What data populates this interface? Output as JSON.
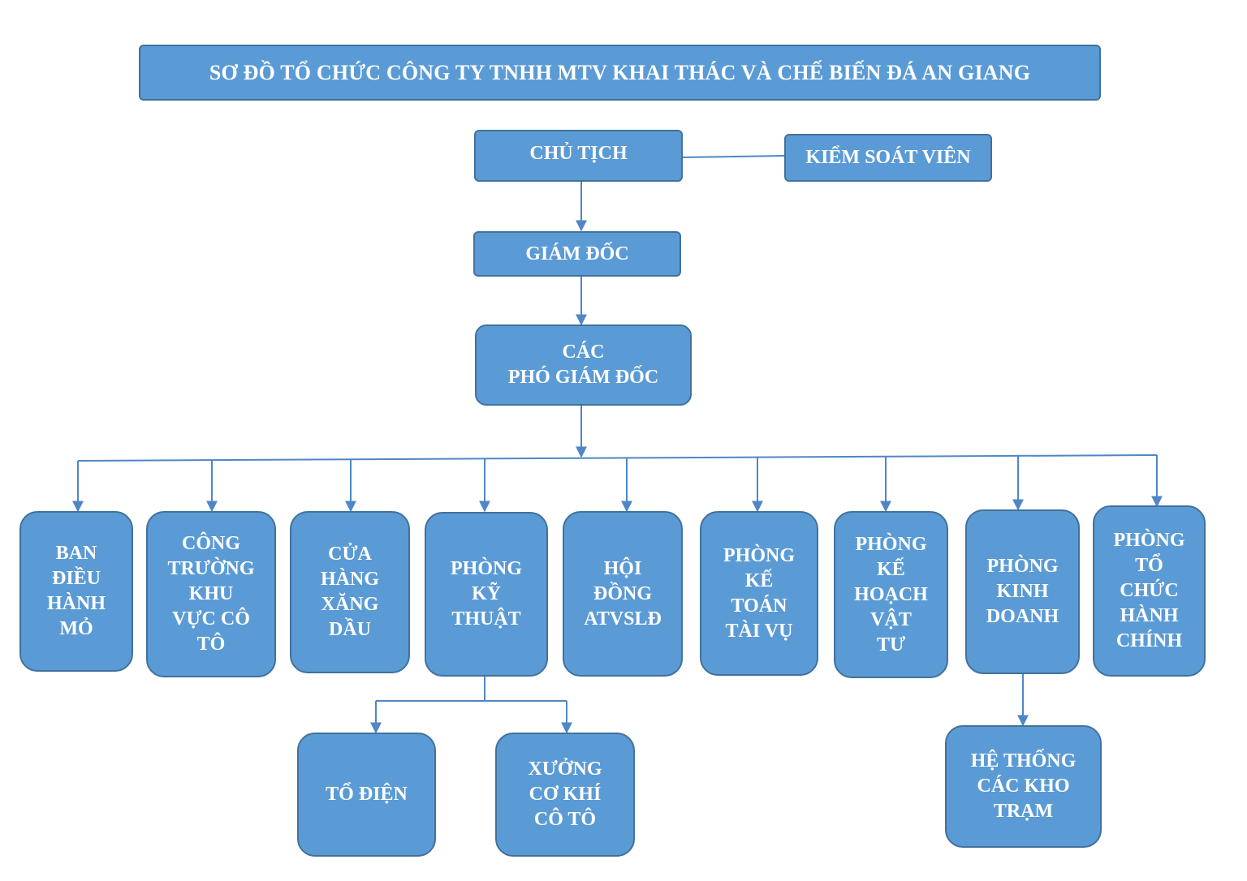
{
  "colors": {
    "box_fill": "#5b9bd5",
    "box_border": "#41719c",
    "connector": "#4f86c6",
    "text": "#ffffff"
  },
  "title": "SƠ ĐỒ TỔ CHỨC CÔNG TY TNHH MTV KHAI THÁC VÀ CHẾ BIẾN ĐÁ AN GIANG",
  "nodes": {
    "chairman": "CHỦ TỊCH",
    "controller": "KIỂM SOÁT VIÊN",
    "director": "GIÁM ĐỐC",
    "deputy_directors": "CÁC\nPHÓ GIÁM ĐỐC",
    "mine_board": "BAN\nĐIỀU\nHÀNH\nMỎ",
    "co_to_site": "CÔNG\nTRƯỜNG\nKHU\nVỰC CÔ\nTÔ",
    "fuel_store": "CỬA\nHÀNG\nXĂNG\nDẦU",
    "technical_dept": "PHÒNG\nKỸ\nTHUẬT",
    "safety_council": "HỘI\nĐỒNG\nATVSLĐ",
    "accounting_dept": "PHÒNG\nKẾ\nTOÁN\nTÀI VỤ",
    "planning_dept": "PHÒNG\nKẾ\nHOẠCH\nVẬT\nTƯ",
    "business_dept": "PHÒNG\nKINH\nDOANH",
    "admin_dept": "PHÒNG\nTỔ\nCHỨC\nHÀNH\nCHÍNH",
    "electrical_team": "TỔ ĐIỆN",
    "mechanical_workshop": "XƯỞNG\nCƠ KHÍ\nCÔ TÔ",
    "warehouse_system": "HỆ THỐNG\nCÁC KHO\nTRẠM"
  }
}
